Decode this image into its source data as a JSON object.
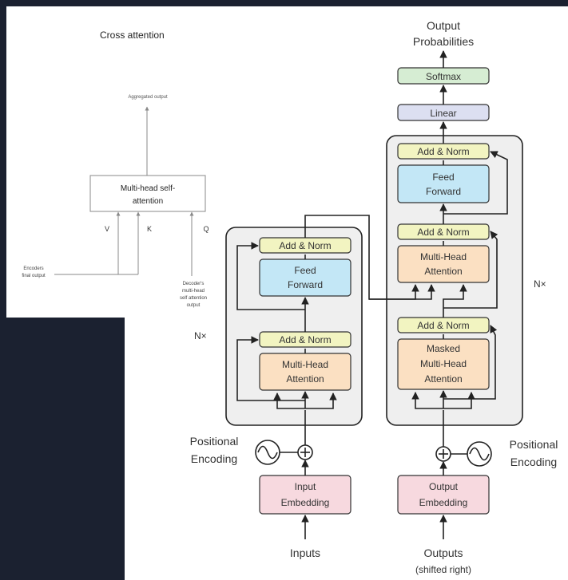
{
  "cross_attention": {
    "title": "Cross attention",
    "output_label": "Aggregated output",
    "block_line1": "Multi-head self-",
    "block_line2": "attention",
    "inputs": {
      "v": "V",
      "k": "K",
      "q": "Q"
    },
    "encoder_note_line1": "Encoders",
    "encoder_note_line2": "final output",
    "decoder_note_line1": "Decoder's",
    "decoder_note_line2": "multi-head",
    "decoder_note_line3": "self attention",
    "decoder_note_line4": "output"
  },
  "transformer": {
    "output_title_line1": "Output",
    "output_title_line2": "Probabilities",
    "softmax": "Softmax",
    "linear": "Linear",
    "add_norm": "Add & Norm",
    "feed_forward_line1": "Feed",
    "feed_forward_line2": "Forward",
    "multi_head_line1": "Multi-Head",
    "multi_head_line2": "Attention",
    "masked_line1": "Masked",
    "masked_line2": "Multi-Head",
    "masked_line3": "Attention",
    "nx": "N×",
    "positional_line1": "Positional",
    "positional_line2": "Encoding",
    "input_embedding_line1": "Input",
    "input_embedding_line2": "Embedding",
    "output_embedding_line1": "Output",
    "output_embedding_line2": "Embedding",
    "inputs": "Inputs",
    "outputs_line1": "Outputs",
    "outputs_line2": "(shifted right)"
  },
  "colors": {
    "background": "#1b2130",
    "white": "#ffffff",
    "stack_fill": "#efefef",
    "add_norm": "#f2f4c1",
    "feed_forward": "#c3e7f6",
    "attention": "#fbe0c2",
    "embedding": "#f7d9df",
    "linear": "#dcdff1",
    "softmax": "#d6edd3"
  }
}
